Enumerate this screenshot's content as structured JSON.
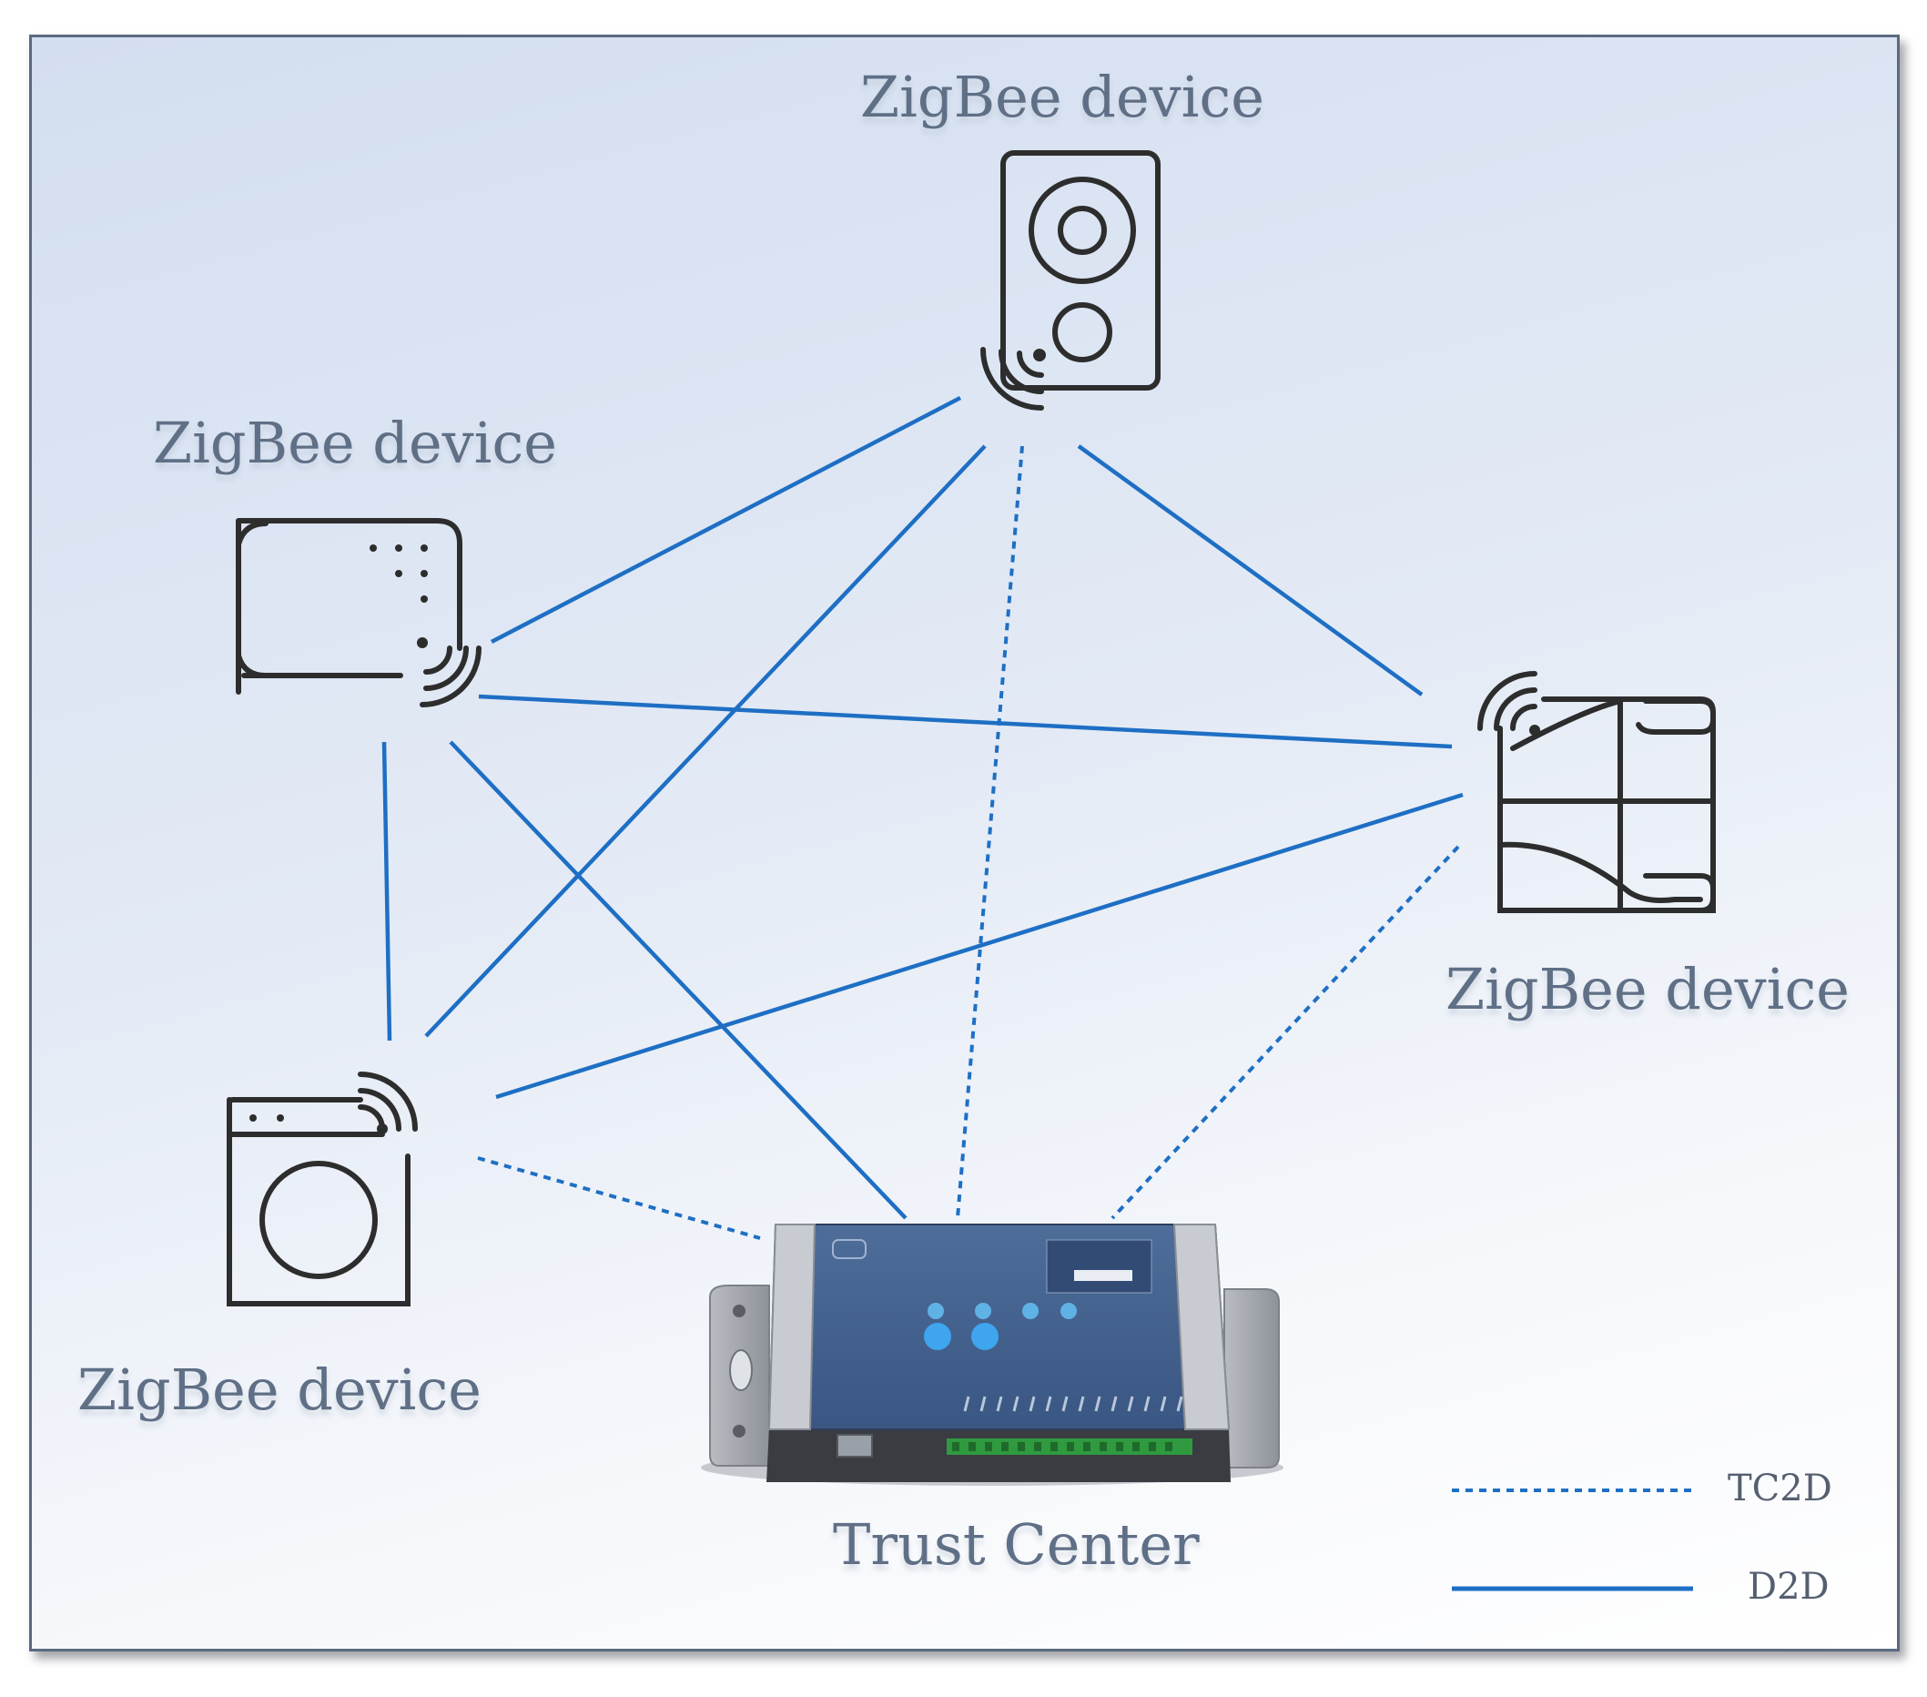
{
  "devices": {
    "top": {
      "label": "ZigBee device",
      "icon": "speaker-icon"
    },
    "left": {
      "label": "ZigBee device",
      "icon": "sensor-hub-icon"
    },
    "right": {
      "label": "ZigBee device",
      "icon": "window-icon"
    },
    "bottom_left": {
      "label": "ZigBee device",
      "icon": "washing-machine-icon"
    }
  },
  "trust_center": {
    "label": "Trust Center",
    "icon": "gateway-icon"
  },
  "legend": {
    "items": [
      {
        "label": "TC2D",
        "style": "dashed"
      },
      {
        "label": "D2D",
        "style": "solid"
      }
    ]
  },
  "links": [
    {
      "from": "top",
      "to": "left",
      "type": "D2D"
    },
    {
      "from": "top",
      "to": "bottom_left",
      "type": "D2D"
    },
    {
      "from": "top",
      "to": "right",
      "type": "D2D"
    },
    {
      "from": "left",
      "to": "right",
      "type": "D2D"
    },
    {
      "from": "left",
      "to": "bottom_left",
      "type": "D2D"
    },
    {
      "from": "left",
      "to": "trust_center",
      "type": "D2D"
    },
    {
      "from": "bottom_left",
      "to": "right",
      "type": "D2D"
    },
    {
      "from": "top",
      "to": "trust_center",
      "type": "TC2D"
    },
    {
      "from": "right",
      "to": "trust_center",
      "type": "TC2D"
    },
    {
      "from": "bottom_left",
      "to": "trust_center",
      "type": "TC2D"
    }
  ],
  "colors": {
    "link": "#1e6fc4",
    "icon": "#2d2d2d",
    "label": "#5f6f86"
  }
}
